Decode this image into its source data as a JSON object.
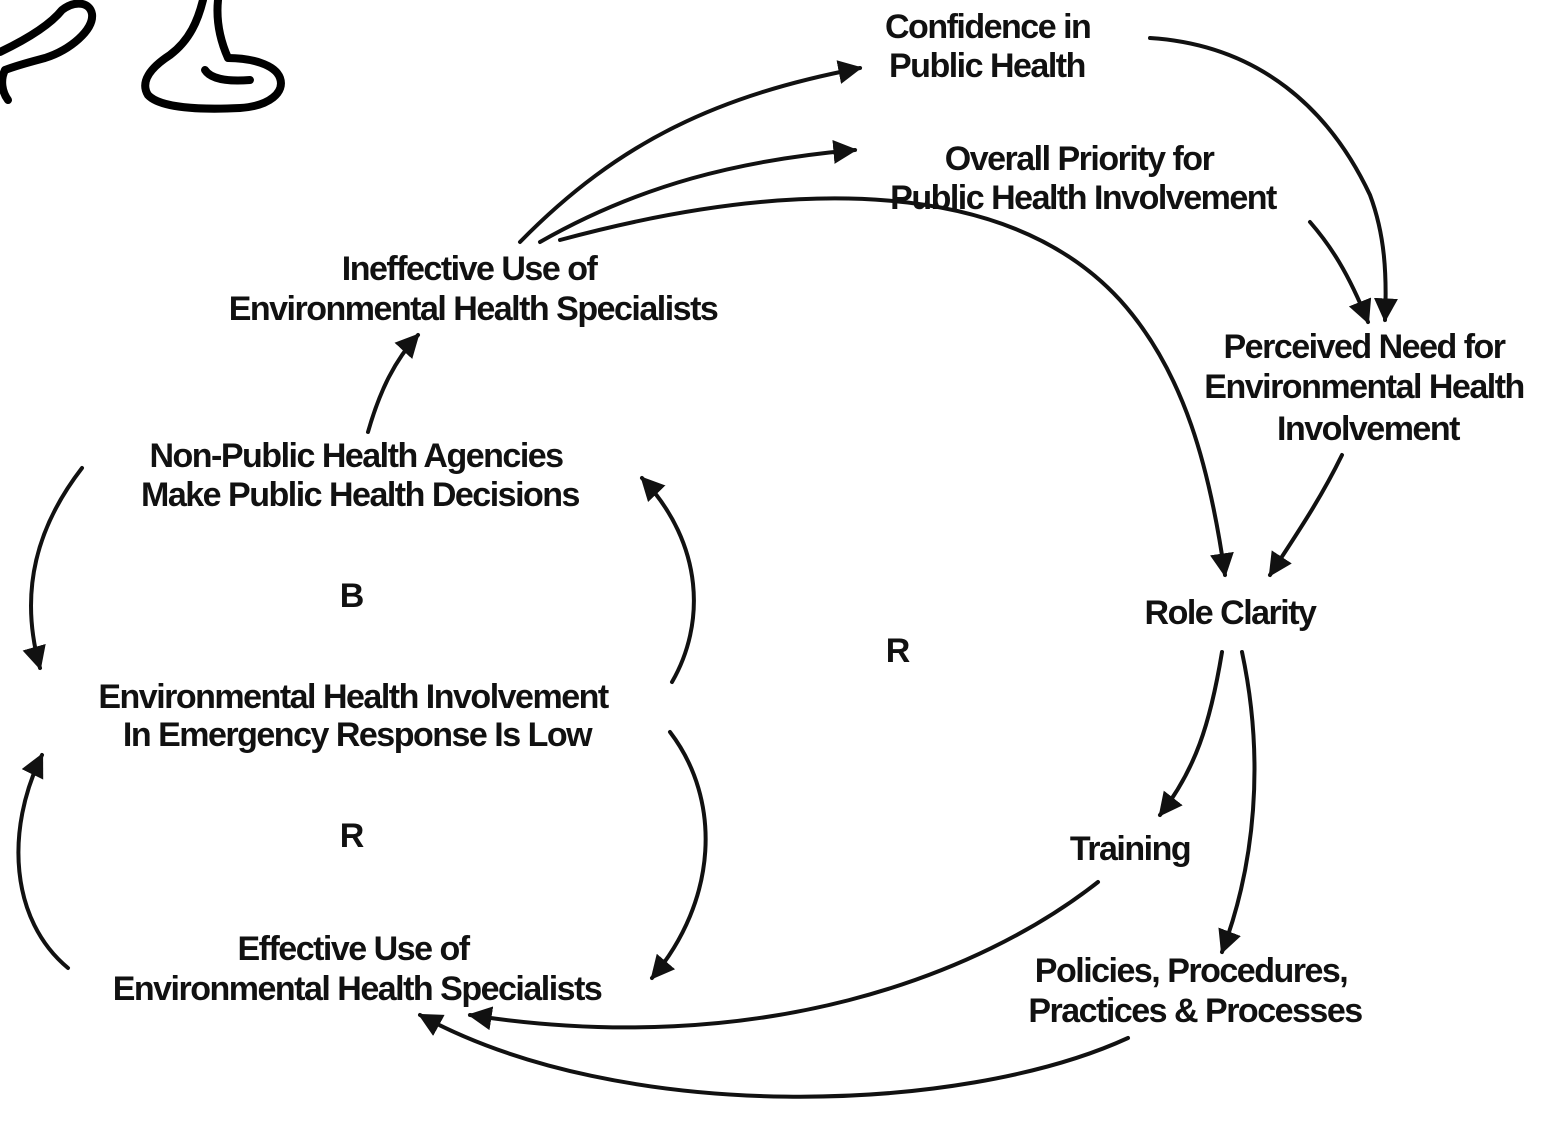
{
  "nodes": {
    "confidence": {
      "line1": "Confidence in",
      "line2": "Public Health"
    },
    "priority": {
      "line1": "Overall Priority for",
      "line2": "Public Health Involvement"
    },
    "ineffective": {
      "line1": "Ineffective Use of",
      "line2": "Environmental Health Specialists"
    },
    "perceived_need": {
      "line1": "Perceived Need for",
      "line2": "Environmental Health",
      "line3": "Involvement"
    },
    "non_public": {
      "line1": "Non-Public Health Agencies",
      "line2": "Make Public Health Decisions"
    },
    "role_clarity": {
      "line1": "Role Clarity"
    },
    "involvement_low": {
      "line1": "Environmental Health Involvement",
      "line2": "In Emergency Response Is Low"
    },
    "training": {
      "line1": "Training"
    },
    "effective": {
      "line1": "Effective Use of",
      "line2": "Environmental Health Specialists"
    },
    "policies": {
      "line1": "Policies, Procedures,",
      "line2": "Practices & Processes"
    }
  },
  "loop_markers": {
    "balancing_top": "B",
    "reinforcing_center": "R",
    "reinforcing_bottom": "R"
  },
  "colors": {
    "ink": "#111111",
    "background": "#ffffff"
  },
  "decorations": {
    "top_left": "hand-drawn-sketch-icon"
  }
}
